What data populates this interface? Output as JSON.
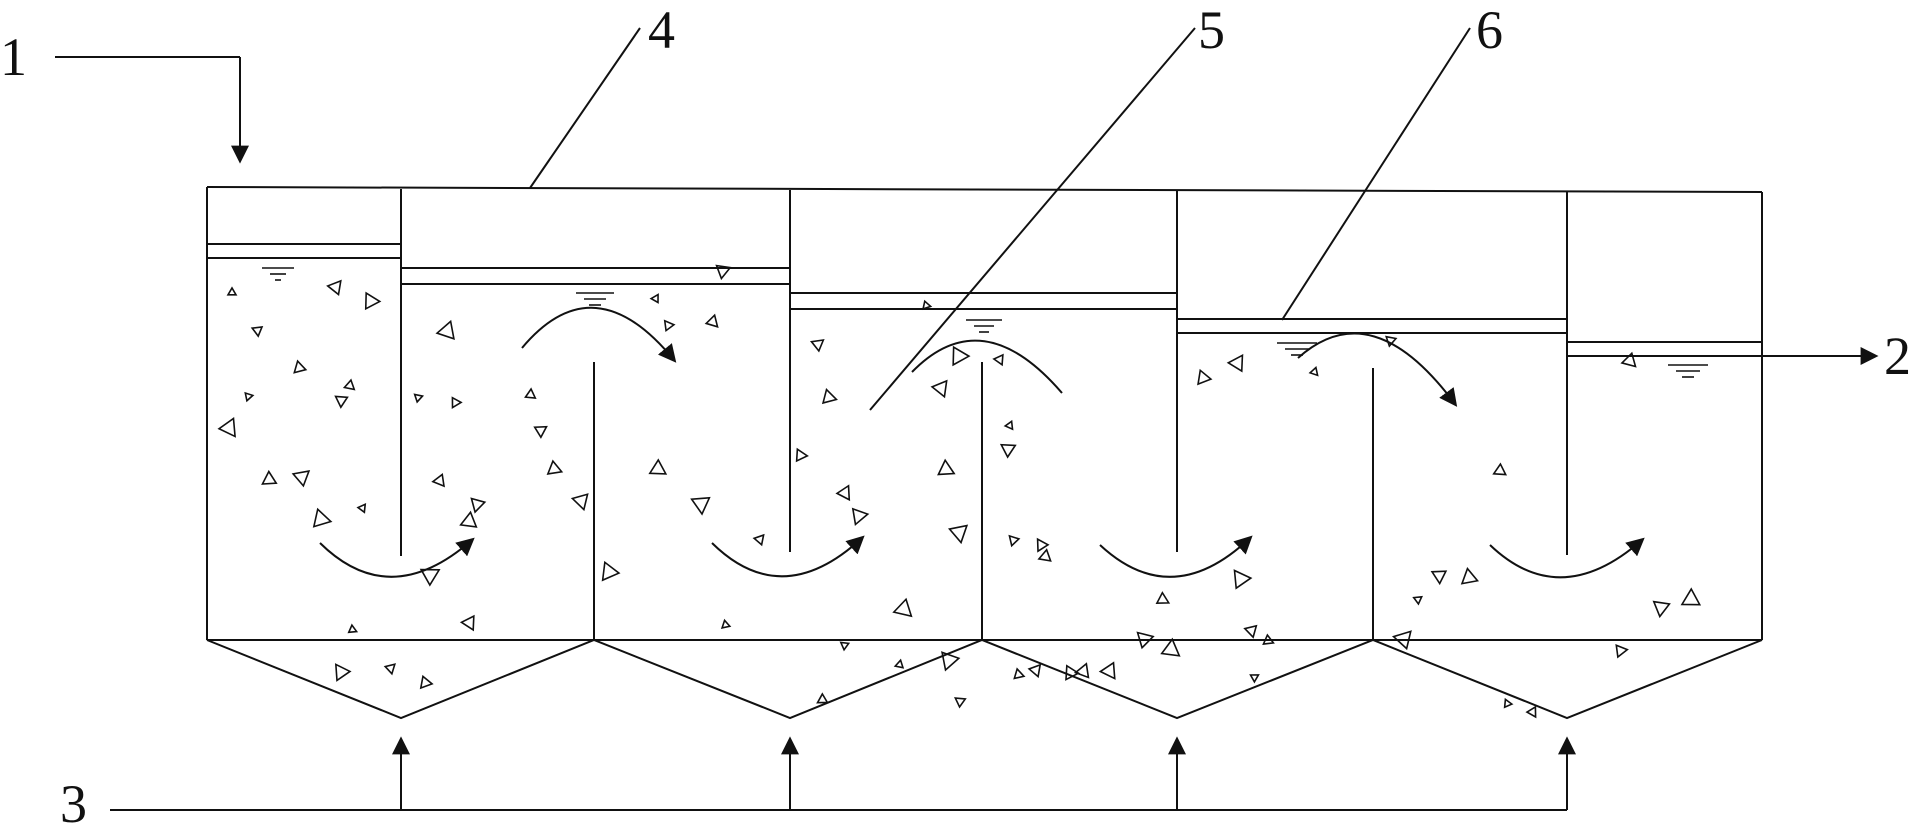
{
  "labels": {
    "inlet": "1",
    "outlet": "2",
    "air_supply": "3",
    "tank": "4",
    "media": "5",
    "water_surface": "6"
  },
  "colors": {
    "line": "#111111",
    "background": "#ffffff"
  },
  "icons": {
    "water_level": "water-level-icon",
    "particle": "triangle-particle-icon",
    "flow": "curved-arrow-icon"
  }
}
